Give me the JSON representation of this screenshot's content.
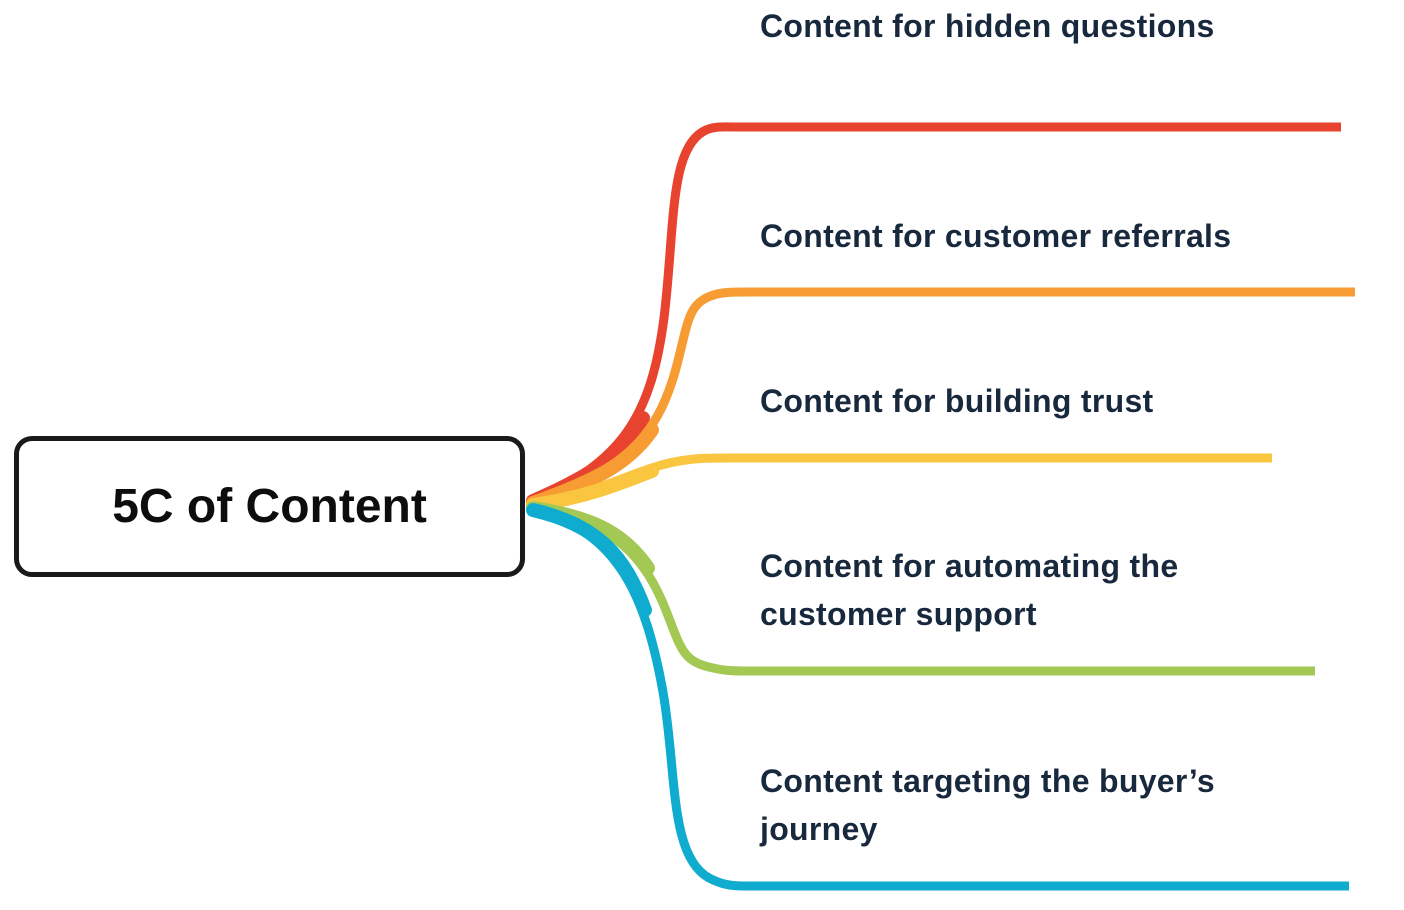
{
  "diagram": {
    "type": "mindmap",
    "background_color": "#ffffff",
    "label_text_color": "#18293e",
    "center": {
      "title": "5C of Content",
      "border_color": "#1a1a1a",
      "fill_color": "#ffffff",
      "text_color": "#0d0d0d"
    },
    "branches": [
      {
        "label": "Content for hidden questions",
        "color": "#e8432f"
      },
      {
        "label": "Content for customer referrals",
        "color": "#f79c33"
      },
      {
        "label": "Content for building trust",
        "color": "#fac53f"
      },
      {
        "label": "Content for automating the\ncustomer support",
        "color": "#a3c854"
      },
      {
        "label": "Content targeting the buyer’s\njourney",
        "color": "#10accf"
      }
    ]
  }
}
